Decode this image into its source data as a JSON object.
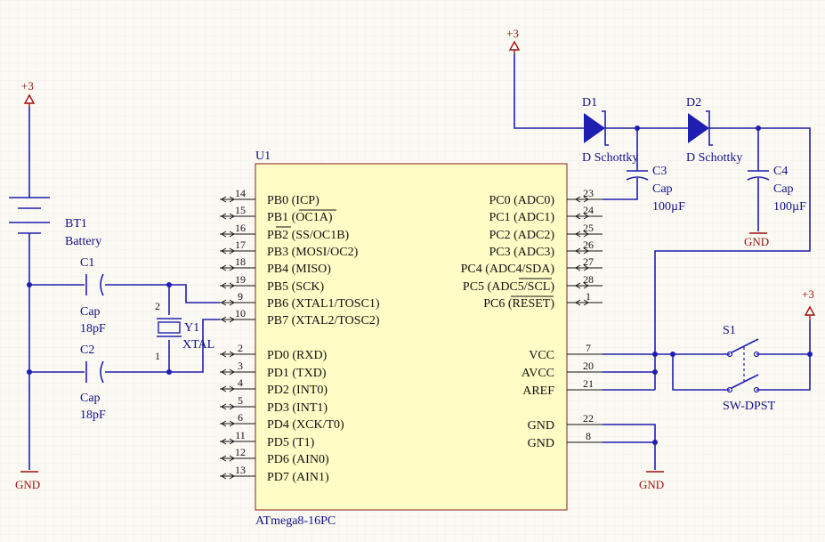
{
  "u1": {
    "designator": "U1",
    "part": "ATmega8-16PC",
    "left_pins": [
      {
        "num": "14",
        "label": "PB0 (ICP)"
      },
      {
        "num": "15",
        "label": "PB1 (OC1A)"
      },
      {
        "num": "16",
        "label": "PB2 (SS/OC1B)"
      },
      {
        "num": "17",
        "label": "PB3 (MOSI/OC2)"
      },
      {
        "num": "18",
        "label": "PB4 (MISO)"
      },
      {
        "num": "19",
        "label": "PB5 (SCK)"
      },
      {
        "num": "9",
        "label": "PB6 (XTAL1/TOSC1)"
      },
      {
        "num": "10",
        "label": "PB7 (XTAL2/TOSC2)"
      },
      {
        "num": "2",
        "label": "PD0 (RXD)"
      },
      {
        "num": "3",
        "label": "PD1 (TXD)"
      },
      {
        "num": "4",
        "label": "PD2 (INT0)"
      },
      {
        "num": "5",
        "label": "PD3 (INT1)"
      },
      {
        "num": "6",
        "label": "PD4 (XCK/T0)"
      },
      {
        "num": "11",
        "label": "PD5 (T1)"
      },
      {
        "num": "12",
        "label": "PD6 (AIN0)"
      },
      {
        "num": "13",
        "label": "PD7 (AIN1)"
      }
    ],
    "right_pins": [
      {
        "num": "23",
        "label": "PC0 (ADC0)"
      },
      {
        "num": "24",
        "label": "PC1 (ADC1)"
      },
      {
        "num": "25",
        "label": "PC2 (ADC2)"
      },
      {
        "num": "26",
        "label": "PC3 (ADC3)"
      },
      {
        "num": "27",
        "label": "PC4 (ADC4/SDA)"
      },
      {
        "num": "28",
        "label": "PC5 (ADC5/SCL)"
      },
      {
        "num": "1",
        "label": "PC6 (RESET)"
      },
      {
        "num": "7",
        "label": "VCC"
      },
      {
        "num": "20",
        "label": "AVCC"
      },
      {
        "num": "21",
        "label": "AREF"
      },
      {
        "num": "22",
        "label": "GND"
      },
      {
        "num": "8",
        "label": "GND"
      }
    ]
  },
  "bt1": {
    "designator": "BT1",
    "value": "Battery"
  },
  "c1": {
    "designator": "C1",
    "type": "Cap",
    "value": "18pF"
  },
  "c2": {
    "designator": "C2",
    "type": "Cap",
    "value": "18pF"
  },
  "c3": {
    "designator": "C3",
    "type": "Cap",
    "value": "100µF"
  },
  "c4": {
    "designator": "C4",
    "type": "Cap",
    "value": "100µF"
  },
  "y1": {
    "designator": "Y1",
    "value": "XTAL",
    "pin_top": "2",
    "pin_bottom": "1"
  },
  "d1": {
    "designator": "D1",
    "value": "D Schottky"
  },
  "d2": {
    "designator": "D2",
    "value": "D Schottky"
  },
  "s1": {
    "designator": "S1",
    "value": "SW-DPST"
  },
  "power": {
    "vcc": "+3",
    "gnd": "GND"
  },
  "colors": {
    "wire": "#1e1eb0",
    "label": "#10108a",
    "power": "#9c1010",
    "ic_body": "#fffcc6",
    "background": "#fbf9f3"
  }
}
